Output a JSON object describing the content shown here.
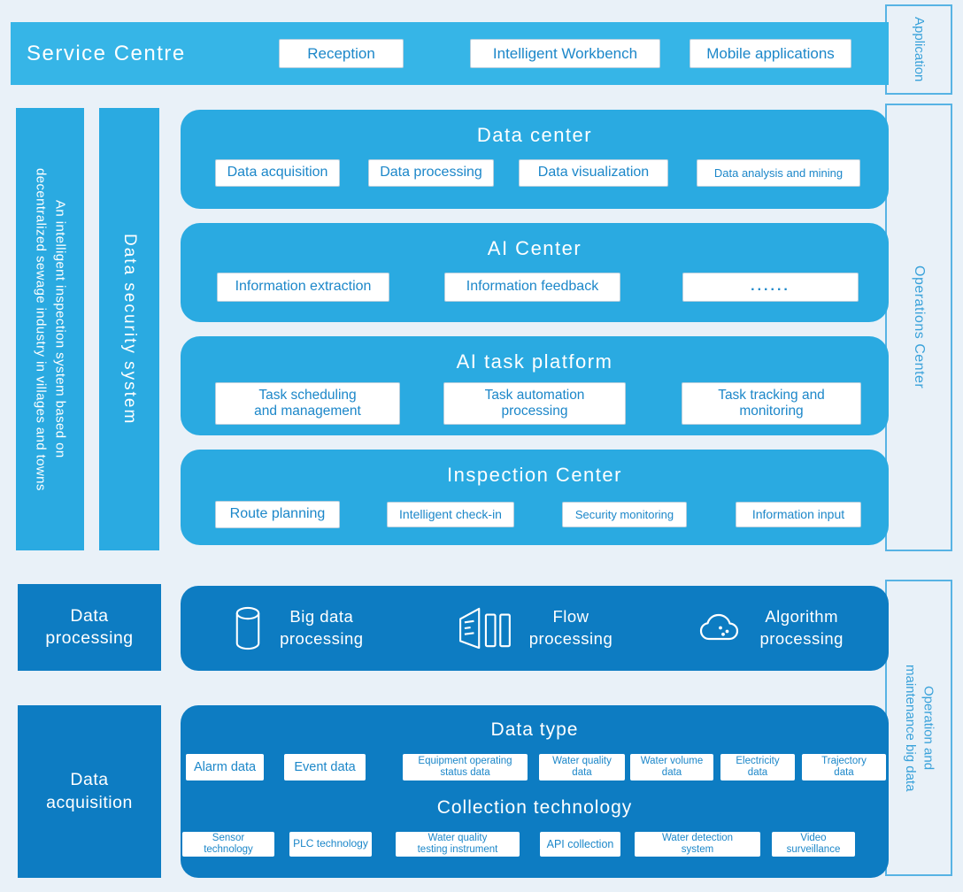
{
  "colors": {
    "page_bg": "#e9f1f8",
    "top_bar_blue": "#36b5e7",
    "panel_blue": "#2aaae1",
    "dark_blue": "#0d7cc2",
    "button_text_blue": "#1c87c9",
    "side_label_text": "#3aa2da",
    "side_label_border": "#57b3e4"
  },
  "top_bar": {
    "title": "Service Centre",
    "buttons": [
      "Reception",
      "Intelligent Workbench",
      "Mobile applications"
    ]
  },
  "left_rails": {
    "system_title": "An intelligent inspection system based on\ndecentralized sewage industry in villages and towns",
    "data_security": "Data security system"
  },
  "side_labels": {
    "application": "Application",
    "operations_center": "Operations Center",
    "om_big_data": "Operation and\nmaintenance big data"
  },
  "sections": {
    "data_center": {
      "title": "Data center",
      "buttons": [
        "Data acquisition",
        "Data processing",
        "Data visualization",
        "Data analysis and mining"
      ]
    },
    "ai_center": {
      "title": "AI Center",
      "buttons": [
        "Information extraction",
        "Information feedback",
        "......"
      ]
    },
    "ai_task": {
      "title": "AI task platform",
      "buttons": [
        "Task scheduling\nand management",
        "Task automation\nprocessing",
        "Task tracking and\nmonitoring"
      ]
    },
    "inspection": {
      "title": "Inspection Center",
      "buttons": [
        "Route planning",
        "Intelligent check-in",
        "Security monitoring",
        "Information input"
      ]
    }
  },
  "processing_row": {
    "rail_label": "Data\nprocessing",
    "items": [
      {
        "icon": "database-icon",
        "label": "Big data\nprocessing"
      },
      {
        "icon": "flow-icon",
        "label": "Flow\nprocessing"
      },
      {
        "icon": "cloud-icon",
        "label": "Algorithm\nprocessing"
      }
    ]
  },
  "acquisition": {
    "rail_label": "Data\nacquisition",
    "data_type": {
      "title": "Data type",
      "buttons": [
        "Alarm data",
        "Event data",
        "Equipment operating\nstatus data",
        "Water quality\ndata",
        "Water volume\ndata",
        "Electricity\ndata",
        "Trajectory\ndata"
      ]
    },
    "collection": {
      "title": "Collection technology",
      "buttons": [
        "Sensor\ntechnology",
        "PLC technology",
        "Water quality\ntesting instrument",
        "API collection",
        "Water detection\nsystem",
        "Video\nsurveillance"
      ]
    }
  }
}
